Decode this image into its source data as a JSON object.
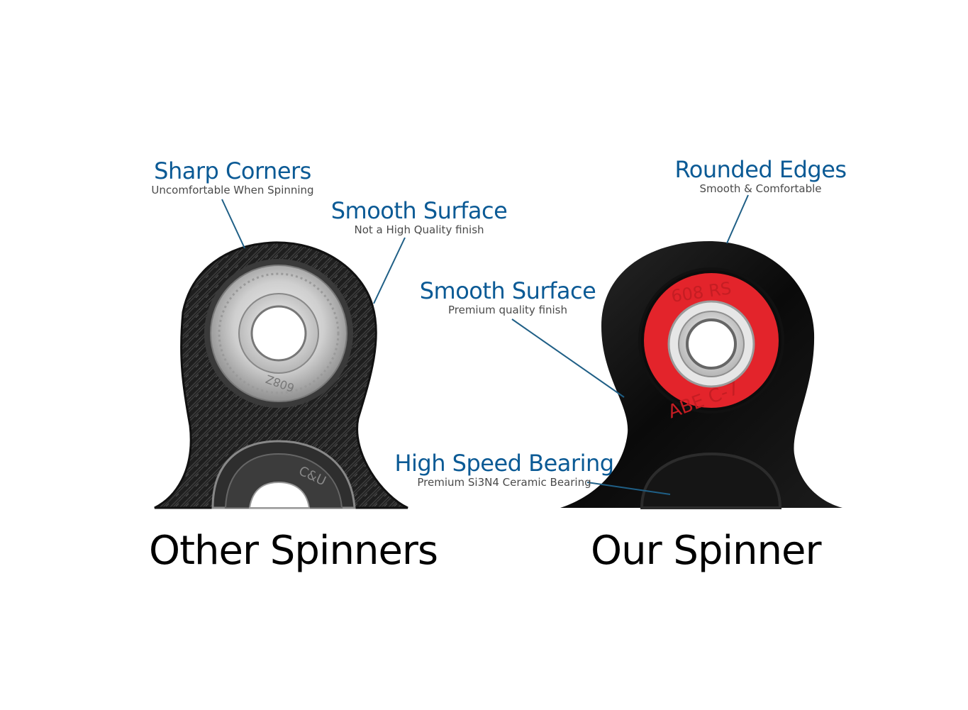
{
  "colors": {
    "accent": "#0b5a95",
    "subtext": "#4a4a4a",
    "leader_line": "#1f5f86",
    "bearing_red": "#e3242b"
  },
  "left": {
    "caption": "Other Spinners",
    "callouts": [
      {
        "title": "Sharp Corners",
        "subtitle": "Uncomfortable When Spinning"
      },
      {
        "title": "Smooth Surface",
        "subtitle": "Not a High Quality finish"
      }
    ],
    "bearing_marking_top": "608Z",
    "bearing_marking_bottom": "C&U"
  },
  "right": {
    "caption": "Our Spinner",
    "callouts": [
      {
        "title": "Rounded Edges",
        "subtitle": "Smooth & Comfortable"
      },
      {
        "title": "Smooth Surface",
        "subtitle": "Premium quality finish"
      },
      {
        "title": "High Speed Bearing",
        "subtitle": "Premium Si3N4 Ceramic Bearing"
      }
    ],
    "bearing_marking_top": "608 RS",
    "bearing_marking_bottom": "ABE C-7"
  }
}
